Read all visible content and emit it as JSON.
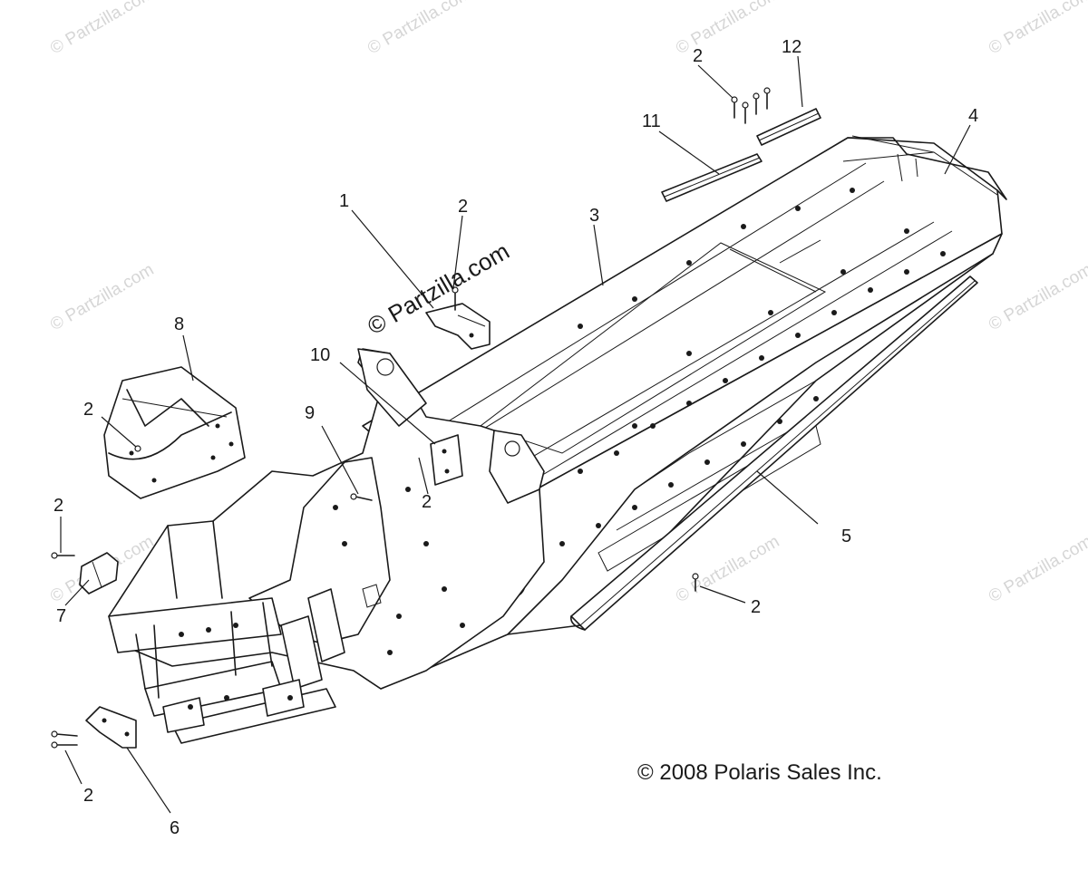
{
  "watermark": {
    "text": "© Partzilla.com",
    "main_text": "© Partzilla.com"
  },
  "copyright": "© 2008 Polaris Sales Inc.",
  "callouts": {
    "c1": "1",
    "c2a": "2",
    "c2b": "2",
    "c2c": "2",
    "c2d": "2",
    "c2e": "2",
    "c2f": "2",
    "c2g": "2",
    "c3": "3",
    "c4": "4",
    "c5": "5",
    "c6": "6",
    "c7": "7",
    "c8": "8",
    "c9": "9",
    "c10": "10",
    "c11": "11",
    "c12": "12"
  },
  "colors": {
    "line": "#1a1a1a",
    "watermark": "#d6d6d6",
    "background": "#ffffff"
  }
}
